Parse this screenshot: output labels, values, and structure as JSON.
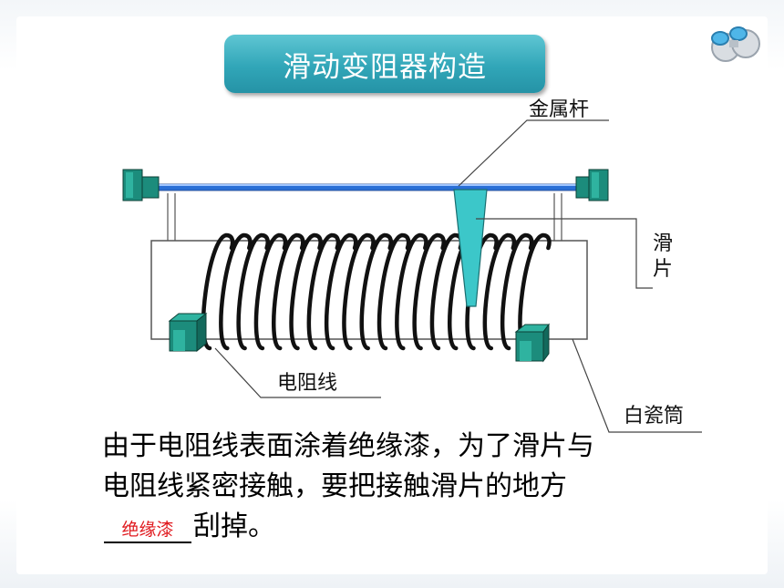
{
  "title": "滑动变阻器构造",
  "labels": {
    "metal_rod": "金属杆",
    "slider": "滑片",
    "resistance_wire": "电阻线",
    "porcelain_tube": "白瓷筒"
  },
  "description": {
    "before": "由于电阻线表面涂着绝缘漆，为了滑片与电阻线紧密接触，要把接触滑片的地方",
    "answer": "绝缘漆",
    "after": "刮掉。"
  },
  "colors": {
    "title_bg": "#31a6b8",
    "rod": "#2a6fd6",
    "slider": "#3cc7c9",
    "terminal": "#1c8c7c",
    "answer": "#e0191e"
  },
  "icons": [
    "binoculars-icon"
  ]
}
